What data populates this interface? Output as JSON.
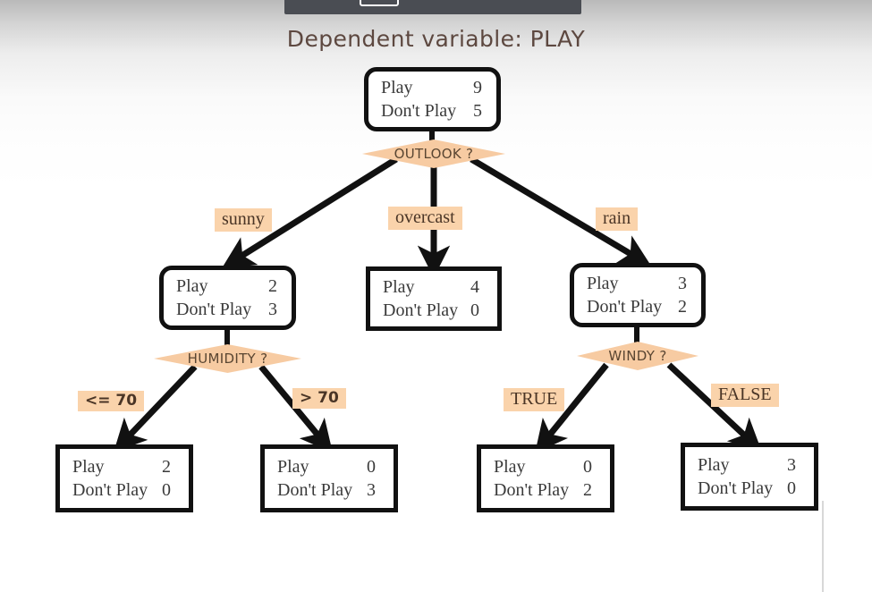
{
  "player": {
    "bar_name": "video-player-controls",
    "button_label": ""
  },
  "diagram": {
    "title": "Dependent variable: PLAY",
    "title_color": "#5d4840",
    "accent_color": "#f7cba2",
    "label_bg_color": "#fad3ab",
    "node_border_color": "#111111",
    "type": "decision-tree"
  },
  "watermark": {
    "text": ""
  },
  "nodes": {
    "root": {
      "shape": "rounded",
      "rows": [
        {
          "label": "Play",
          "value": "9"
        },
        {
          "label": "Don't Play",
          "value": "5"
        }
      ]
    },
    "sunny": {
      "shape": "rounded",
      "rows": [
        {
          "label": "Play",
          "value": "2"
        },
        {
          "label": "Don't Play",
          "value": "3"
        }
      ]
    },
    "overcast": {
      "shape": "sharp",
      "rows": [
        {
          "label": "Play",
          "value": "4"
        },
        {
          "label": "Don't Play",
          "value": "0"
        }
      ]
    },
    "rain": {
      "shape": "rounded",
      "rows": [
        {
          "label": "Play",
          "value": "3"
        },
        {
          "label": "Don't Play",
          "value": "2"
        }
      ]
    },
    "humidity_le70": {
      "shape": "sharp",
      "rows": [
        {
          "label": "Play",
          "value": "2"
        },
        {
          "label": "Don't Play",
          "value": "0"
        }
      ]
    },
    "humidity_gt70": {
      "shape": "sharp",
      "rows": [
        {
          "label": "Play",
          "value": "0"
        },
        {
          "label": "Don't Play",
          "value": "3"
        }
      ]
    },
    "windy_true": {
      "shape": "sharp",
      "rows": [
        {
          "label": "Play",
          "value": "0"
        },
        {
          "label": "Don't Play",
          "value": "2"
        }
      ]
    },
    "windy_false": {
      "shape": "sharp",
      "rows": [
        {
          "label": "Play",
          "value": "3"
        },
        {
          "label": "Don't Play",
          "value": "0"
        }
      ]
    }
  },
  "decisions": {
    "outlook": "OUTLOOK ?",
    "humidity": "HUMIDITY ?",
    "windy": "WINDY ?"
  },
  "branches": {
    "sunny": "sunny",
    "overcast": "overcast",
    "rain": "rain",
    "humidity_le70": "<= 70",
    "humidity_gt70": "> 70",
    "windy_true": "TRUE",
    "windy_false": "FALSE"
  },
  "chart_data": {
    "type": "tree",
    "title": "Dependent variable: PLAY",
    "target": "PLAY",
    "root": {
      "counts": {
        "Play": 9,
        "Don't Play": 5
      },
      "split_on": "OUTLOOK",
      "children": [
        {
          "branch": "sunny",
          "counts": {
            "Play": 2,
            "Don't Play": 3
          },
          "split_on": "HUMIDITY",
          "children": [
            {
              "branch": "<= 70",
              "counts": {
                "Play": 2,
                "Don't Play": 0
              },
              "leaf": true
            },
            {
              "branch": "> 70",
              "counts": {
                "Play": 0,
                "Don't Play": 3
              },
              "leaf": true
            }
          ]
        },
        {
          "branch": "overcast",
          "counts": {
            "Play": 4,
            "Don't Play": 0
          },
          "leaf": true
        },
        {
          "branch": "rain",
          "counts": {
            "Play": 3,
            "Don't Play": 2
          },
          "split_on": "WINDY",
          "children": [
            {
              "branch": "TRUE",
              "counts": {
                "Play": 0,
                "Don't Play": 2
              },
              "leaf": true
            },
            {
              "branch": "FALSE",
              "counts": {
                "Play": 3,
                "Don't Play": 0
              },
              "leaf": true
            }
          ]
        }
      ]
    }
  }
}
